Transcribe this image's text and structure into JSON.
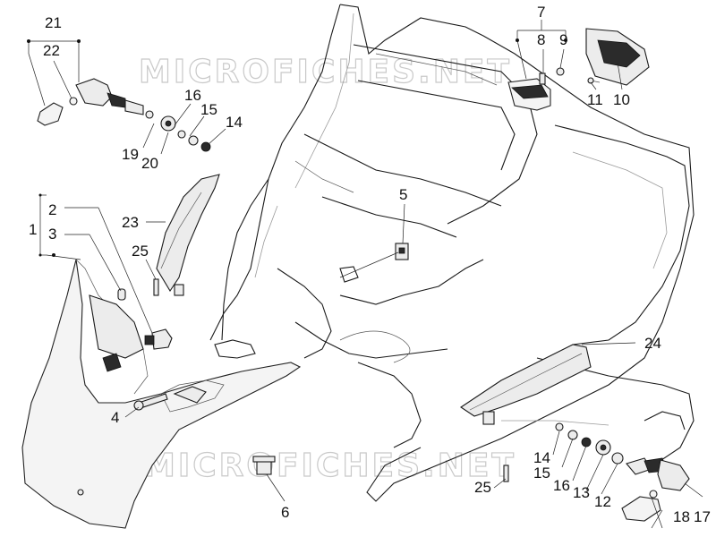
{
  "watermark": {
    "top": "MICROFICHES.NET",
    "bottom": "MICROFICHES.NET"
  },
  "parts": {
    "p1": "1",
    "p2": "2",
    "p3": "3",
    "p4": "4",
    "p5": "5",
    "p6": "6",
    "p7": "7",
    "p8": "8",
    "p9": "9",
    "p10": "10",
    "p11": "11",
    "p12": "12",
    "p13": "13",
    "p14a": "14",
    "p14b": "14",
    "p15a": "15",
    "p15b": "15",
    "p16a": "16",
    "p16b": "16",
    "p17": "17",
    "p18": "18",
    "p19": "19",
    "p20": "20",
    "p21": "21",
    "p22": "22",
    "p23": "23",
    "p24": "24",
    "p25a": "25",
    "p25b": "25"
  }
}
